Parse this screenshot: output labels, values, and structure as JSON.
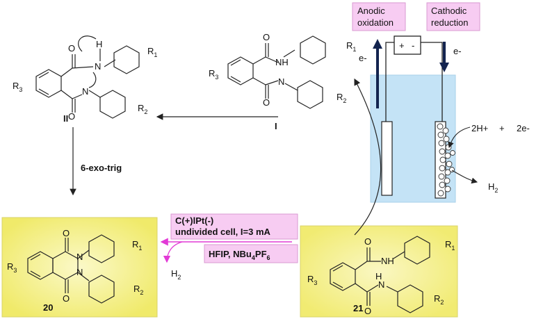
{
  "labels": {
    "anodic_line1": "Anodic",
    "anodic_line2": "oxidation",
    "cathodic_line1": "Cathodic",
    "cathodic_line2": "reduction",
    "plus": "+",
    "minus": "-",
    "electron": "e-",
    "proton_term": "2H+",
    "plus_sign": "+",
    "electron_term": "2e-",
    "hydrogen": "H",
    "hydrogen_sub": "2",
    "step": "6-exo-trig",
    "cond_line1": "C(+)lPt(-)",
    "cond_line2": "undivided cell, I=3 mA",
    "cond_solvent": "HFIP, NBu",
    "cond_sub4": "4",
    "cond_pf": "PF",
    "cond_sub6": "6",
    "side_h": "H",
    "side_h_sub": "2"
  },
  "compounds": {
    "II": "II",
    "I": "I",
    "c20": "20",
    "c21": "21"
  },
  "atoms": {
    "O": "O",
    "N": "N",
    "H": "H",
    "NH": "NH",
    "HN": "H",
    "R": "R",
    "sub1": "1",
    "sub2": "2",
    "sub3": "3"
  },
  "colors": {
    "pink_box": "#f7ccf2",
    "pink_border": "#d99ad2",
    "cell_blue": "#bfe1f5",
    "arrow_navy": "#13244f",
    "product_yellow": "#f4f07e",
    "magenta": "#e23ad6"
  }
}
